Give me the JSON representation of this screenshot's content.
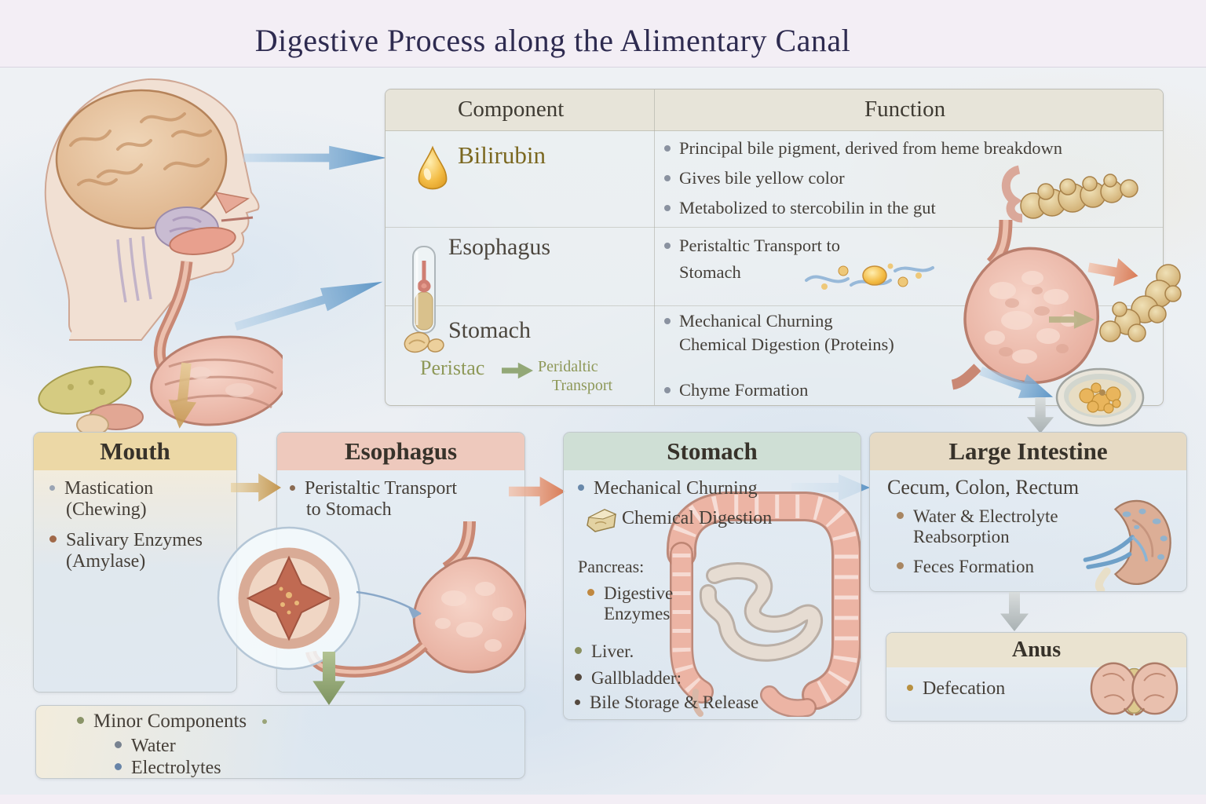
{
  "title": "Digestive Process along the Alimentary Canal",
  "table": {
    "headers": {
      "component": "Component",
      "function": "Function"
    },
    "rows": [
      {
        "label": "Bilirubin",
        "bullets": [
          "Principal bile pigment, derived from heme breakdown",
          "Gives bile yellow color",
          "Metabolized to stercobilin in the gut"
        ]
      },
      {
        "label": "Esophagus",
        "bullets": [
          "Peristaltic Transport to",
          "Stomach"
        ]
      },
      {
        "label": "Stomach",
        "garbled": [
          "Peristac",
          "Peridaltic",
          "Transport"
        ],
        "bullets": [
          "Mechanical Churning",
          "Chemical Digestion (Proteins)",
          "Chyme Formation"
        ]
      }
    ]
  },
  "flow": {
    "mouth": {
      "title": "Mouth",
      "items": [
        {
          "l1": "Mastication",
          "l2": "(Chewing)"
        },
        {
          "l1": "Salivary Enzymes",
          "l2": "(Amylase)"
        }
      ]
    },
    "esophagus": {
      "title": "Esophagus",
      "items": [
        {
          "l1": "Peristaltic Transport",
          "l2": "to Stomach"
        }
      ]
    },
    "stomach": {
      "title": "Stomach",
      "items": [
        "Mechanical Churning",
        "Chemical Digestion"
      ],
      "pancreas_label": "Pancreas:",
      "pancreas_items": [
        {
          "l1": "Digestive",
          "l2": "Enzymes"
        }
      ],
      "more_items": [
        "Liver.",
        "Gallbladder:",
        "Bile Storage & Release"
      ]
    },
    "large_intestine": {
      "title": "Large Intestine",
      "subtitle": "Cecum, Colon, Rectum",
      "items": [
        {
          "l1": "Water & Electrolyte",
          "l2": "Reabsorption"
        },
        {
          "l1": "Feces Formation",
          "l2": ""
        }
      ]
    },
    "anus": {
      "title": "Anus",
      "items": [
        "Defecation"
      ]
    },
    "minor": {
      "title": "Minor Components",
      "items": [
        "Water",
        "Electrolytes"
      ]
    }
  },
  "icons": {
    "bile_droplet": "bile-droplet-icon",
    "esophagus_vial": "esophagus-vial-icon",
    "stomach_beans": "stomach-beans-icon",
    "bread_chunk": "bread-chunk-icon"
  },
  "colors": {
    "title_text": "#2e2b50",
    "mouth_header": "#ecd8a6",
    "esophagus_header": "#eec9bd",
    "stomach_header": "#cfdfd5",
    "large_intestine_header": "#e6dac4",
    "anus_header": "#eae3d0",
    "arrow_blue": "#6f9fcc",
    "arrow_tan": "#d2ae6e",
    "arrow_salmon": "#e0906f",
    "arrow_gray": "#bfc3c4",
    "arrow_green": "#8fa671",
    "bilirubin_label": "#7a671f"
  }
}
